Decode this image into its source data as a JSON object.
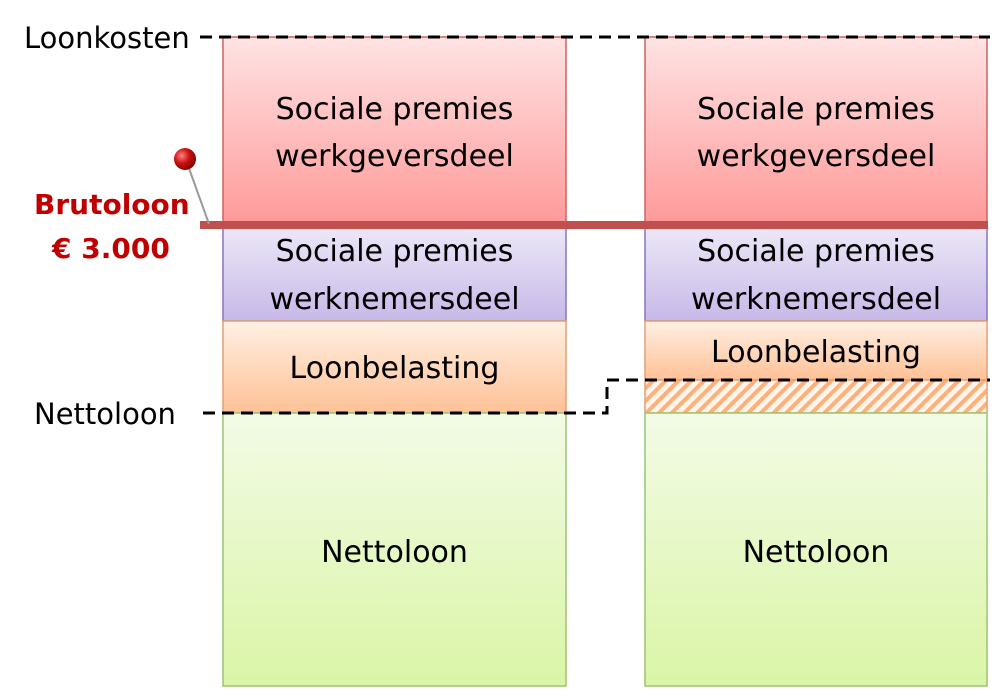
{
  "labels": {
    "loonkosten": "Loonkosten",
    "nettoloon": "Nettoloon",
    "brutoloon": "Brutoloon",
    "brutoloon_amount": "€ 3.000"
  },
  "columns": [
    {
      "segments": [
        {
          "kind": "werkgever",
          "lines": [
            "Sociale premies",
            "werkgeversdeel"
          ]
        },
        {
          "kind": "werknemer",
          "lines": [
            "Sociale premies",
            "werknemersdeel"
          ]
        },
        {
          "kind": "loonbelasting",
          "lines": [
            "Loonbelasting"
          ]
        },
        {
          "kind": "nettoloon",
          "lines": [
            "Nettoloon"
          ]
        }
      ]
    },
    {
      "segments": [
        {
          "kind": "werkgever",
          "lines": [
            "Sociale premies",
            "werkgeversdeel"
          ]
        },
        {
          "kind": "werknemer",
          "lines": [
            "Sociale premies",
            "werknemersdeel"
          ]
        },
        {
          "kind": "loonbelasting",
          "lines": [
            "Loonbelasting"
          ]
        },
        {
          "kind": "nettoloon",
          "lines": [
            "Nettoloon"
          ]
        }
      ]
    }
  ],
  "colors": {
    "werkgever_top": "#ffe3e3",
    "werkgever_bottom": "#ff9a9a",
    "werkgever_border": "#d06060",
    "werknemer_top": "#eeeaf8",
    "werknemer_bottom": "#c7b9e8",
    "werknemer_border": "#8a72c4",
    "loonbelasting_top": "#fff0e4",
    "loonbelasting_bottom": "#ffc196",
    "loonbelasting_border": "#e4a070",
    "nettoloon_top": "#f3fbe6",
    "nettoloon_bottom": "#daf5a6",
    "nettoloon_border": "#9cc470",
    "hatch": "#ffb07a",
    "bruto_line": "#c0504d",
    "bruto_text": "#c00000",
    "pin": "#cc1111",
    "dash": "#000000"
  }
}
